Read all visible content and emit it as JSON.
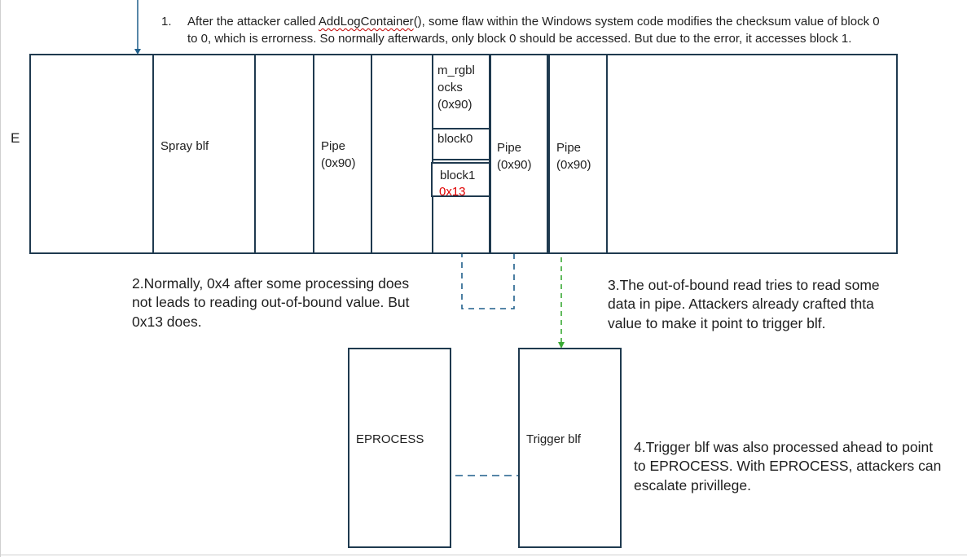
{
  "step1": {
    "number": "1.",
    "line1_before": "After the attacker called ",
    "line1_func": "AddLogContainer",
    "line1_after": "(), some flaw within the Windows system code modifies the checksum value of block 0",
    "line2": "to 0, which is errorness. So normally afterwards, only block 0 should be accessed. But due to the error, it accesses block 1."
  },
  "side_label": "E",
  "memory": {
    "spray": "Spray blf",
    "pipe_a_line1": "Pipe",
    "pipe_a_line2": "(0x90)",
    "rgbl_line1": "m_rgbl",
    "rgbl_line2": "ocks",
    "rgbl_line3": "(0x90)",
    "block0": "block0",
    "block1": "block1",
    "block1_value": "0x13",
    "pipe_b_line1": "Pipe",
    "pipe_b_line2": "(0x90)",
    "pipe_c_line1": "Pipe",
    "pipe_c_line2": "(0x90)"
  },
  "step2": {
    "line1": "2.Normally, 0x4 after some processing does",
    "line2": "not leads to reading out-of-bound value. But",
    "line3": "0x13 does."
  },
  "step3": {
    "line1": "3.The out-of-bound read tries to read some",
    "line2": "data in pipe. Attackers already crafted thta",
    "line3": "value to make it point to trigger blf."
  },
  "eprocess": "EPROCESS",
  "trigger": "Trigger blf",
  "step4": {
    "line1": "4.Trigger blf was also processed ahead to point",
    "line2": "to EPROCESS. With EPROCESS, attackers can",
    "line3": "escalate privillege."
  },
  "colors": {
    "box_border": "#1f3a4f",
    "dash_blue": "#1f5f8b",
    "dash_green": "#3aaa35",
    "highlight_red": "#e00000"
  }
}
